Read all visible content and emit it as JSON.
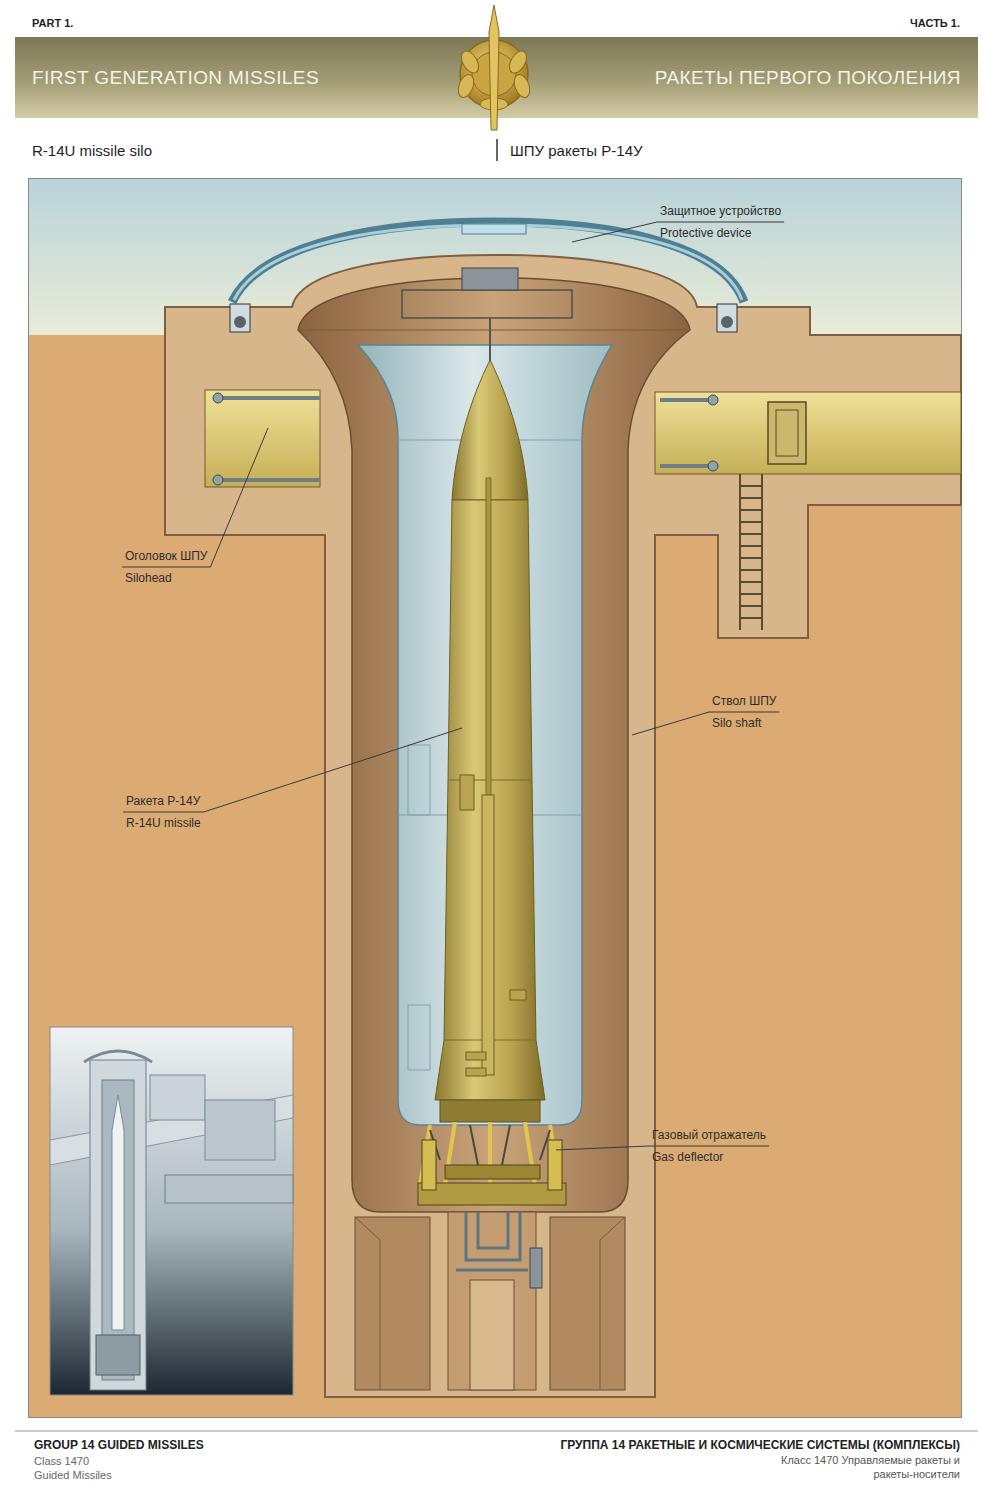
{
  "diagram": {
    "title": "R-14U missile silo",
    "nodes": [
      {
        "text": [
          "FIRST GENERATION MISSILES",
          "РАКЕТЫ ПЕРВОГО ПОКОЛЕНИЯ"
        ]
      }
    ],
    "labels": [
      "PART 1.",
      "ЧАСТЬ 1.",
      "ШПУ ракеты Р-14У",
      "Защитное устройство",
      "Protective device",
      "Оголовок ШПУ",
      "Silohead",
      "Ствол ШПУ",
      "Silo shaft",
      "Ракета Р-14У",
      "R-14U missile",
      "Газовый отражатель",
      "Gas deflector",
      "GROUP 14 GUIDED MISSILES",
      "Class 1470",
      "Guided Missiles",
      "ГРУППА 14 РАКЕТНЫЕ И КОСМИЧЕСКИЕ СИСТЕМЫ (КОМПЛЕКСЫ)",
      "Класс 1470 Управляемые ракеты и ракеты-носители"
    ]
  }
}
